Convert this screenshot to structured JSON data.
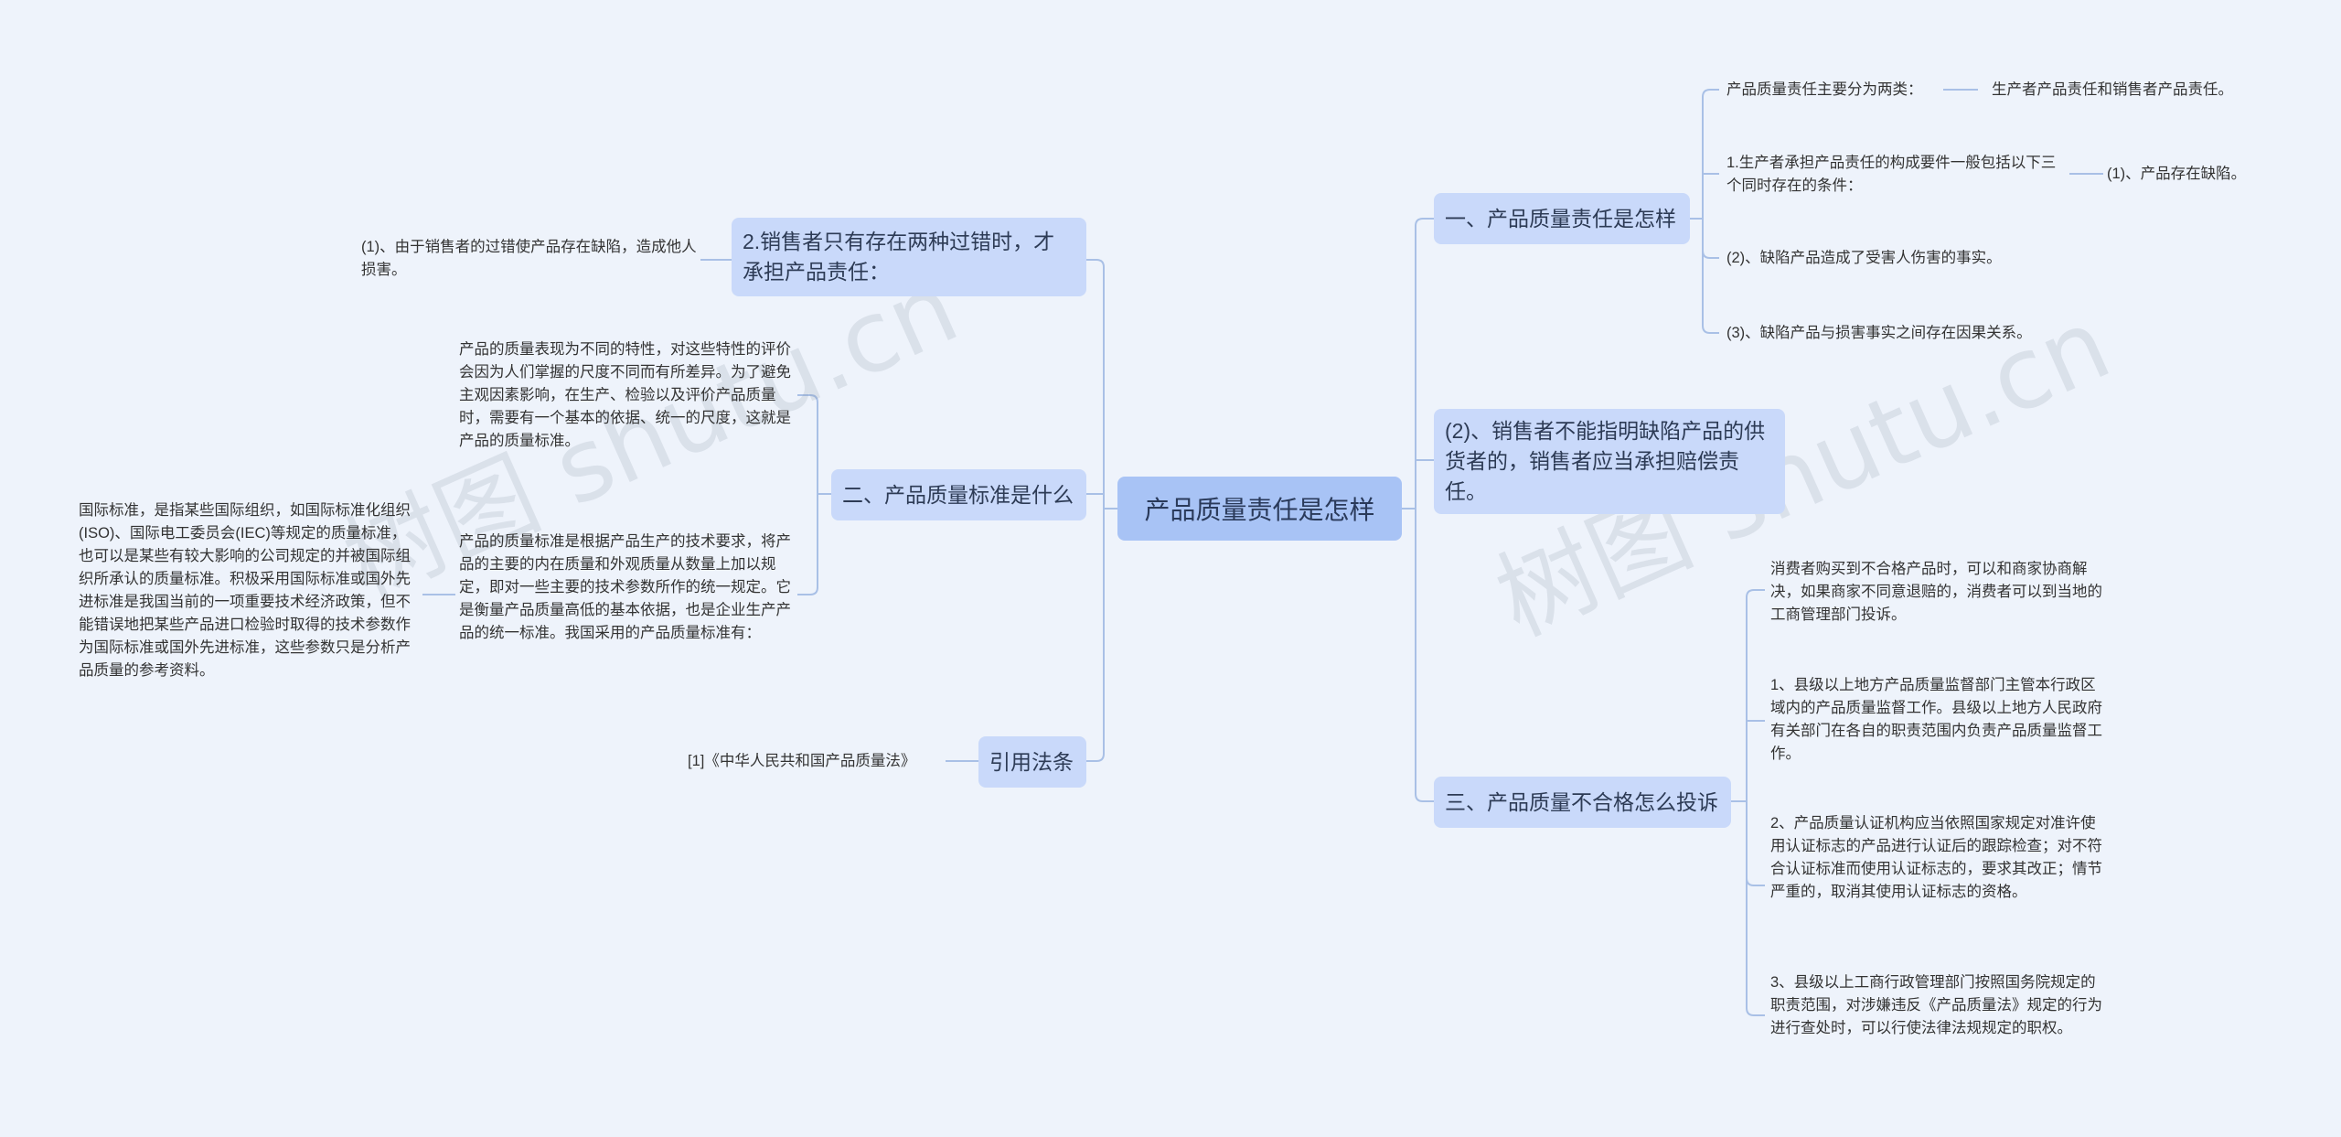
{
  "root": {
    "label": "产品质量责任是怎样"
  },
  "right": {
    "b1": {
      "label": "一、产品质量责任是怎样",
      "leaves": [
        "产品质量责任主要分为两类：",
        "生产者产品责任和销售者产品责任。",
        "1.生产者承担产品责任的构成要件一般包括以下三个同时存在的条件：",
        "(1)、产品存在缺陷。",
        "(2)、缺陷产品造成了受害人伤害的事实。",
        "(3)、缺陷产品与损害事实之间存在因果关系。"
      ]
    },
    "b2": {
      "label": "(2)、销售者不能指明缺陷产品的供货者的，销售者应当承担赔偿责任。"
    },
    "b3": {
      "label": "三、产品质量不合格怎么投诉",
      "leaves": [
        "消费者购买到不合格产品时，可以和商家协商解决，如果商家不同意退赔的，消费者可以到当地的工商管理部门投诉。",
        "1、县级以上地方产品质量监督部门主管本行政区域内的产品质量监督工作。县级以上地方人民政府有关部门在各自的职责范围内负责产品质量监督工作。",
        "2、产品质量认证机构应当依照国家规定对准许使用认证标志的产品进行认证后的跟踪检查；对不符合认证标准而使用认证标志的，要求其改正；情节严重的，取消其使用认证标志的资格。",
        "3、县级以上工商行政管理部门按照国务院规定的职责范围，对涉嫌违反《产品质量法》规定的行为进行查处时，可以行使法律法规规定的职权。"
      ]
    }
  },
  "left": {
    "b1": {
      "label": "2.销售者只有存在两种过错时，才承担产品责任：",
      "leaves": [
        "(1)、由于销售者的过错使产品存在缺陷，造成他人损害。"
      ]
    },
    "b2": {
      "label": "二、产品质量标准是什么",
      "leaves": [
        "产品的质量表现为不同的特性，对这些特性的评价会因为人们掌握的尺度不同而有所差异。为了避免主观因素影响，在生产、检验以及评价产品质量时，需要有一个基本的依据、统一的尺度，这就是产品的质量标准。",
        "产品的质量标准是根据产品生产的技术要求，将产品的主要的内在质量和外观质量从数量上加以规定，即对一些主要的技术参数所作的统一规定。它是衡量产品质量高低的基本依据，也是企业生产产品的统一标准。我国采用的产品质量标准有：",
        "国际标准，是指某些国际组织，如国际标准化组织(ISO)、国际电工委员会(IEC)等规定的质量标准，也可以是某些有较大影响的公司规定的并被国际组织所承认的质量标准。积极采用国际标准或国外先进标准是我国当前的一项重要技术经济政策，但不能错误地把某些产品进口检验时取得的技术参数作为国际标准或国外先进标准，这些参数只是分析产品质量的参考资料。"
      ]
    },
    "b3": {
      "label": "引用法条",
      "leaves": [
        "[1]《中华人民共和国产品质量法》"
      ]
    }
  },
  "watermark": [
    "树图 shutu.cn",
    "树图 shutu.cn"
  ],
  "colors": {
    "background": "#eef3fb",
    "root": "#a8c3f5",
    "branch": "#c9d9fa",
    "line": "#a9c0e6"
  }
}
